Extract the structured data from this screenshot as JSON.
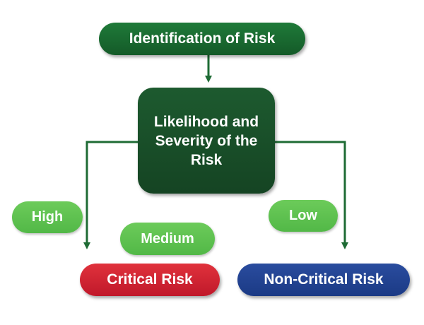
{
  "nodes": {
    "identification": "Identification of Risk",
    "likelihood": "Likelihood and Severity of the Risk",
    "critical": "Critical Risk",
    "non_critical": "Non-Critical Risk"
  },
  "edge_labels": {
    "high": "High",
    "medium": "Medium",
    "low": "Low"
  },
  "colors": {
    "connector": "#1e6b34",
    "dark_green": "#1a5a2c",
    "light_green": "#5cbd4e",
    "critical_red": "#d42233",
    "non_critical_blue": "#22428f"
  }
}
